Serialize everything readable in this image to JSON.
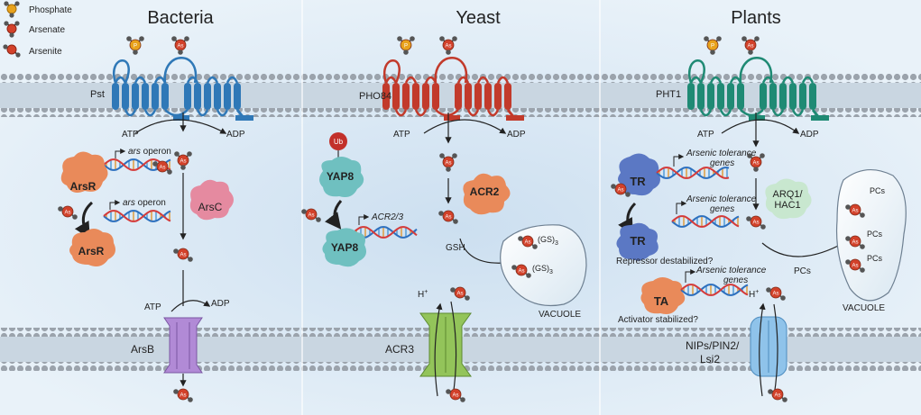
{
  "legend": {
    "phosphate": "Phosphate",
    "arsenate": "Arsenate",
    "arsenite": "Arsenite"
  },
  "panels": {
    "bacteria": {
      "title": "Bacteria",
      "transporter": "Pst",
      "atp_top": "ATP",
      "adp_top": "ADP",
      "operon1_italic": "ars",
      "operon1_rest": " operon",
      "operon2_italic": "ars",
      "operon2_rest": " operon",
      "repressor1": "ArsR",
      "repressor2": "ArsR",
      "reductase": "ArsC",
      "atp_bottom": "ATP",
      "adp_bottom": "ADP",
      "efflux": "ArsB"
    },
    "yeast": {
      "title": "Yeast",
      "transporter": "PHO84",
      "atp": "ATP",
      "adp": "ADP",
      "ub": "Ub",
      "tf_top": "YAP8",
      "tf_bottom": "YAP8",
      "target_gene": "ACR2/3",
      "reductase": "ACR2",
      "gsh": "GSH",
      "complex1": "(GS)",
      "complex1_sub": "3",
      "complex2": "(GS)",
      "complex2_sub": "3",
      "vacuole": "VACUOLE",
      "proton": "H",
      "proton_sup": "+",
      "efflux": "ACR3"
    },
    "plants": {
      "title": "Plants",
      "transporter": "PHT1",
      "atp": "ATP",
      "adp": "ADP",
      "tr1": "TR",
      "tr2": "TR",
      "ta": "TA",
      "gene1_line1": "Arsenic tolerance",
      "gene1_line2": "genes",
      "gene2_line1": "Arsenic tolerance",
      "gene2_line2": "genes",
      "gene3_line1": "Arsenic tolerance",
      "gene3_line2": "genes",
      "reductase_line1": "ARQ1/",
      "reductase_line2": "HAC1",
      "pcs_arrow": "PCs",
      "pcs1": "PCs",
      "pcs2": "PCs",
      "pcs3": "PCs",
      "repressor_note": "Repressor destabilized?",
      "activator_note": "Activator stabilized?",
      "vacuole": "VACUOLE",
      "proton": "H",
      "proton_sup": "+",
      "efflux_line1": "NIPs/PIN2/",
      "efflux_line2": "Lsi2"
    }
  },
  "symbols": {
    "phosphate_letter": "P",
    "arsenic_letter": "As"
  },
  "colors": {
    "bacteria_transporter": "#2f78b7",
    "yeast_transporter": "#c23a2b",
    "plant_transporter": "#1f8a74",
    "repressor": "#e98a5a",
    "arsc": "#e58aa0",
    "yap8": "#6fc0c0",
    "acr3": "#93c45a",
    "arsb": "#b18ad6",
    "tr": "#5b78c4",
    "plant_efflux": "#8fc3ea",
    "arsenic_atom": "#d2412a",
    "phosphate_atom": "#e8a21c"
  }
}
